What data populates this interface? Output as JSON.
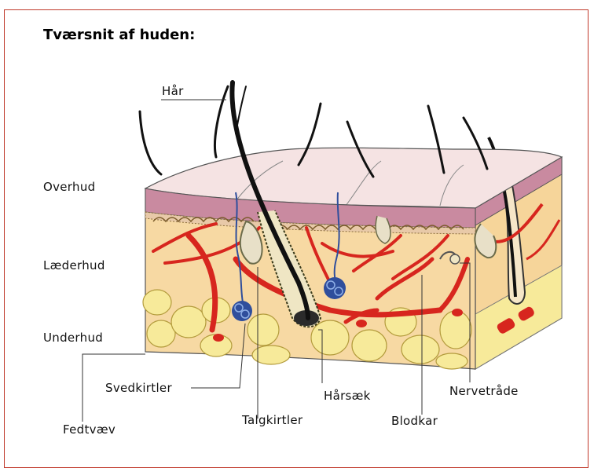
{
  "title": "Tværsnit af huden:",
  "labels": {
    "hair": "Hår",
    "epidermis": "Overhud",
    "dermis": "Læderhud",
    "subcutis": "Underhud",
    "fat_tissue": "Fedtvæv",
    "sweat_glands": "Svedkirtler",
    "sebaceous_glands": "Talgkirtler",
    "hair_follicle": "Hårsæk",
    "blood_vessels": "Blodkar",
    "nerve_fiber": "Nervetråde"
  },
  "colors": {
    "frame": "#c0392b",
    "epidermis": "#f3dcdc",
    "epidermis_band": "#c98aa0",
    "dermis": "#f7d9a3",
    "fat": "#f7ea9a",
    "blood": "#d7261e",
    "gland": "#2f4e9c",
    "hair": "#111111"
  }
}
